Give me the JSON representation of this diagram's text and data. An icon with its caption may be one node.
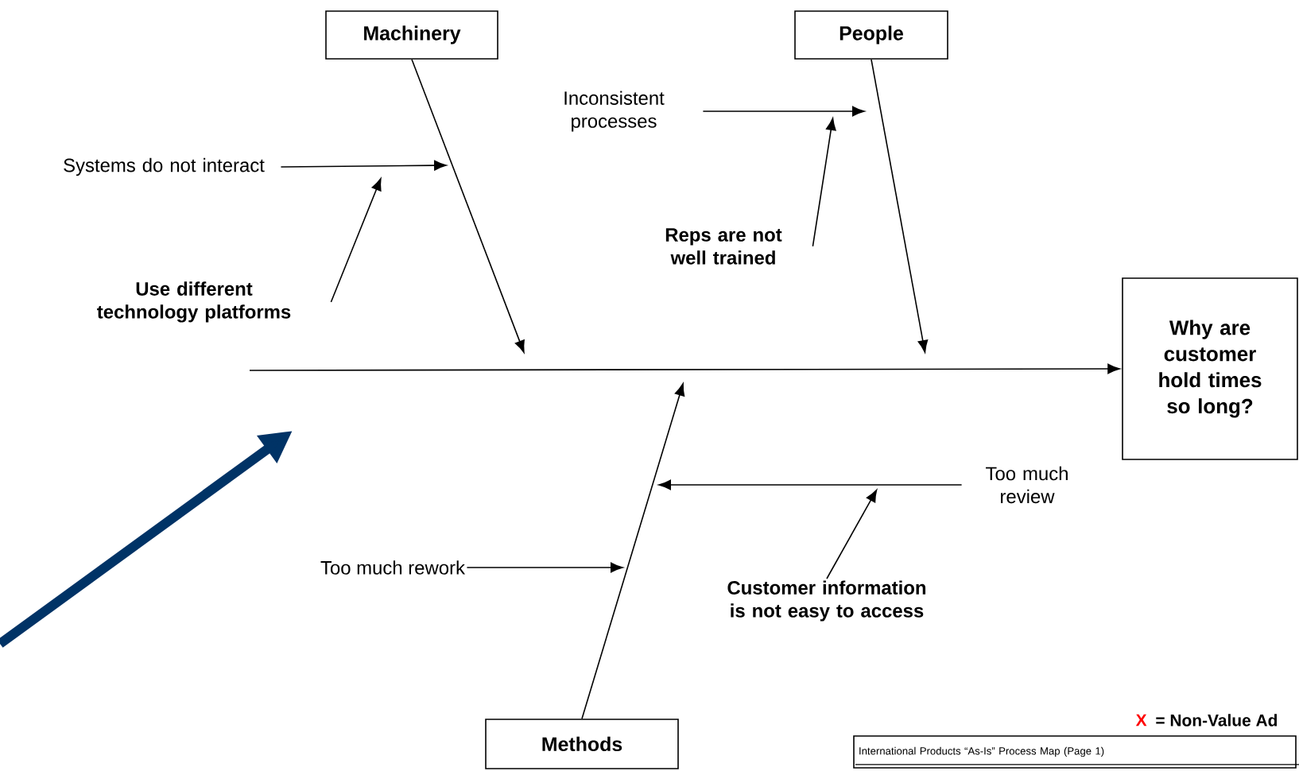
{
  "diagram": {
    "nodes": [
      {
        "text": [
          "Machinery"
        ]
      },
      {
        "text": [
          "People"
        ]
      },
      {
        "text": [
          "Methods"
        ]
      },
      {
        "text": [
          "Why are customer hold times so long?"
        ]
      },
      {
        "text": [
          "Systems do not interact"
        ]
      },
      {
        "text": [
          "Use different technology platforms"
        ]
      },
      {
        "text": [
          "Inconsistent processes"
        ]
      },
      {
        "text": [
          "Reps are not well trained"
        ]
      },
      {
        "text": [
          "Too much rework"
        ]
      },
      {
        "text": [
          "Too much review"
        ]
      },
      {
        "text": [
          "Customer information is not easy to access"
        ]
      },
      {
        "text": [
          "International Products “As-Is” Process Map (Page 1)"
        ],
        "beside": [
          "X",
          "= Non-Value Ad"
        ]
      }
    ],
    "edges": [
      {
        "from": null,
        "to": 3,
        "arrow": "to"
      },
      {
        "from": 0,
        "to": null,
        "arrow": "to"
      },
      {
        "from": 1,
        "to": null,
        "arrow": "to"
      },
      {
        "from": 2,
        "to": null,
        "arrow": "to"
      },
      {
        "from": 4,
        "to": null,
        "arrow": "to"
      },
      {
        "from": 5,
        "to": null,
        "arrow": "to"
      },
      {
        "from": 6,
        "to": null,
        "arrow": "to"
      },
      {
        "from": 7,
        "to": null,
        "arrow": "to"
      },
      {
        "from": 8,
        "to": null,
        "arrow": "to"
      },
      {
        "from": 9,
        "to": null,
        "arrow": "to"
      },
      {
        "from": 10,
        "to": null,
        "arrow": "to"
      }
    ]
  }
}
